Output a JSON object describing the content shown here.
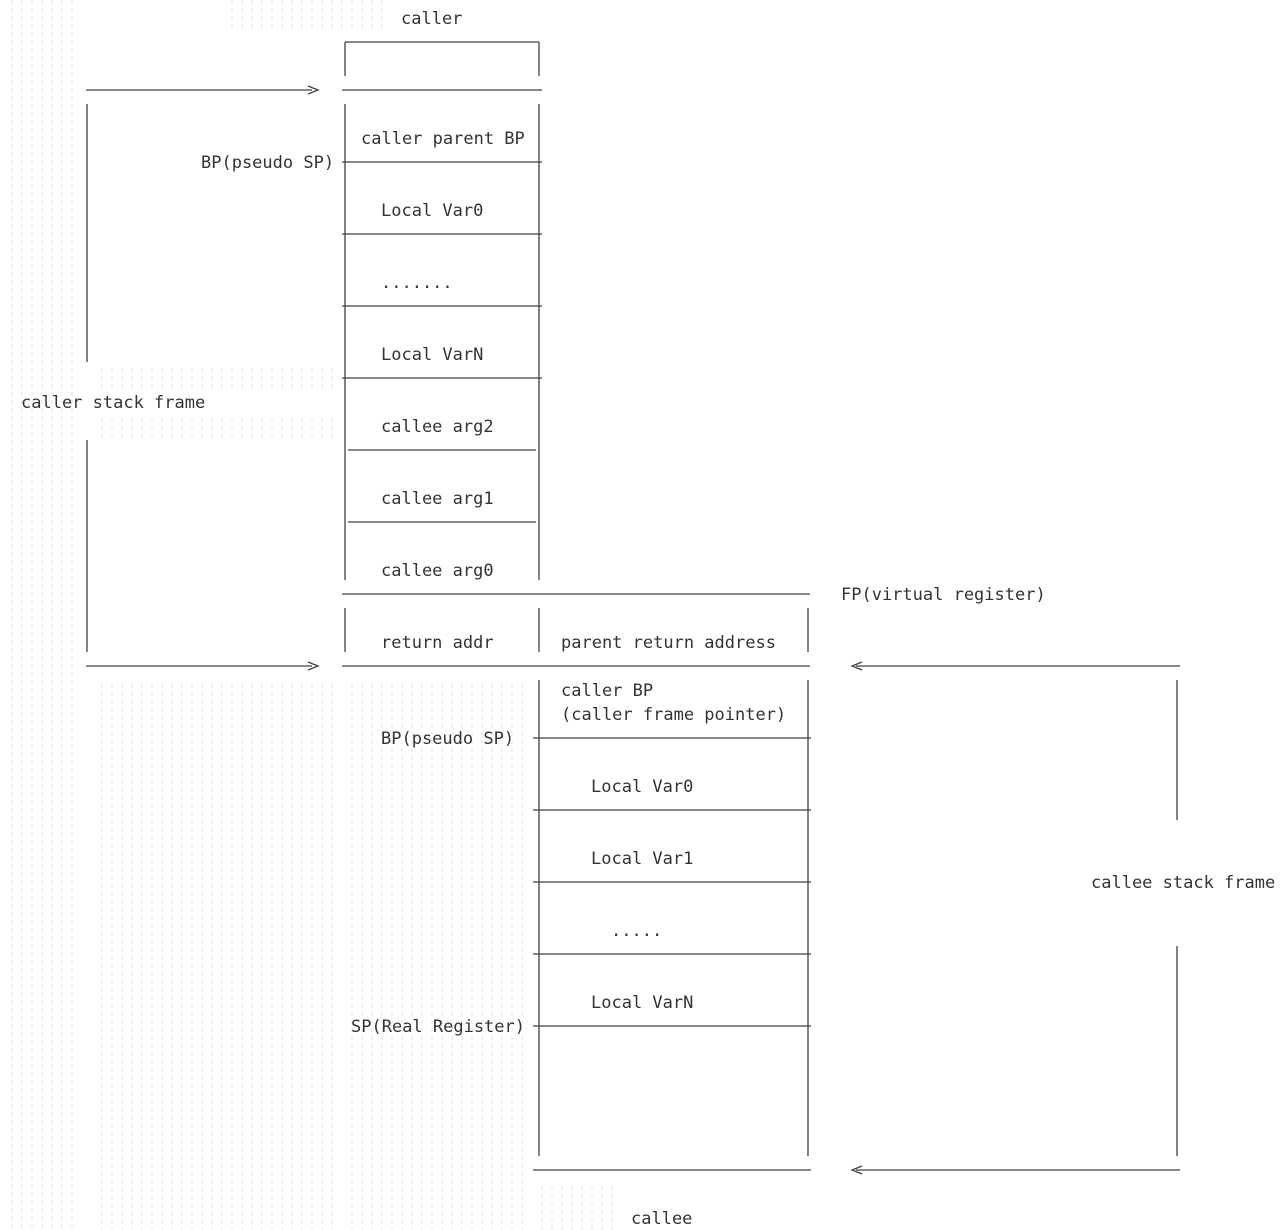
{
  "labels": {
    "caller_title": "caller",
    "callee_title": "callee",
    "caller_stack_frame": "caller stack frame",
    "callee_stack_frame": "callee stack frame",
    "caller_bp_pointer": "BP(pseudo SP)",
    "callee_bp_pointer": "BP(pseudo SP)",
    "fp_pointer": "FP(virtual register)",
    "sp_pointer": "SP(Real Register)"
  },
  "caller_cells": [
    "caller parent BP",
    "Local Var0",
    ".......",
    "Local VarN",
    "callee arg2",
    "callee arg1",
    "callee arg0",
    "return addr"
  ],
  "callee_cells": [
    "parent return address",
    "caller BP",
    "(caller frame pointer)",
    "Local Var0",
    "Local Var1",
    ".....",
    "Local VarN"
  ]
}
